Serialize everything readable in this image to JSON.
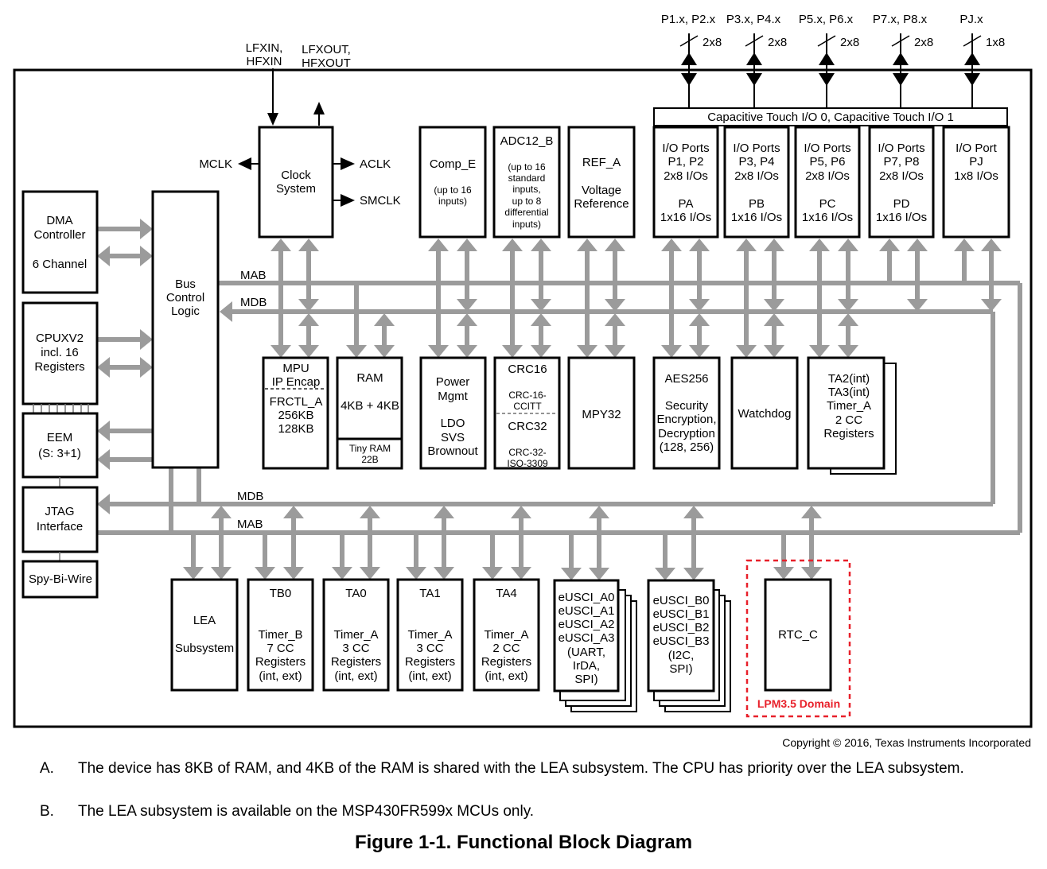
{
  "ports_top": [
    {
      "label": "P1.x, P2.x",
      "width": "2x8"
    },
    {
      "label": "P3.x, P4.x",
      "width": "2x8"
    },
    {
      "label": "P5.x, P6.x",
      "width": "2x8"
    },
    {
      "label": "P7.x, P8.x",
      "width": "2x8"
    },
    {
      "label": "PJ.x",
      "width": "1x8"
    }
  ],
  "crystal_pins": {
    "in": [
      "LFXIN,",
      "HFXIN"
    ],
    "out": [
      "LFXOUT,",
      "HFXOUT"
    ]
  },
  "clock": {
    "title": [
      "Clock",
      "System"
    ],
    "mclk": "MCLK",
    "aclk": "ACLK",
    "smclk": "SMCLK"
  },
  "blocks": {
    "dma": [
      "DMA",
      "Controller",
      "",
      "6 Channel"
    ],
    "cpu": [
      "CPUXV2",
      "incl. 16",
      "Registers"
    ],
    "bus_control": [
      "Bus",
      "Control",
      "Logic"
    ],
    "eem": [
      "EEM",
      "(S: 3+1)"
    ],
    "jtag": [
      "JTAG",
      "Interface"
    ],
    "spy_bi_wire": "Spy-Bi-Wire",
    "comp_e": {
      "title": "Comp_E",
      "sub": [
        "(up to 16",
        "inputs)"
      ]
    },
    "adc": {
      "title": "ADC12_B",
      "sub": [
        "(up to 16",
        "standard",
        "inputs,",
        "up to 8",
        "differential",
        "inputs)"
      ]
    },
    "ref": [
      "REF_A",
      "",
      "Voltage",
      "Reference"
    ],
    "cap_touch": "Capacitive Touch I/O 0, Capacitive Touch I/O 1",
    "io_ports": [
      [
        "I/O Ports",
        "P1, P2",
        "2x8 I/Os",
        "",
        "PA",
        "1x16 I/Os"
      ],
      [
        "I/O Ports",
        "P3, P4",
        "2x8 I/Os",
        "",
        "PB",
        "1x16 I/Os"
      ],
      [
        "I/O Ports",
        "P5, P6",
        "2x8 I/Os",
        "",
        "PC",
        "1x16 I/Os"
      ],
      [
        "I/O Ports",
        "P7, P8",
        "2x8 I/Os",
        "",
        "PD",
        "1x16 I/Os"
      ],
      [
        "I/O Port",
        "PJ",
        "1x8 I/Os"
      ]
    ],
    "mpu": {
      "top": [
        "MPU",
        "IP Encap"
      ],
      "bottom": [
        "FRCTL_A",
        "256KB",
        "128KB"
      ]
    },
    "ram": {
      "top": [
        "RAM",
        "",
        "4KB + 4KB"
      ],
      "bottom": [
        "Tiny RAM",
        "22B"
      ]
    },
    "power": [
      "Power",
      "Mgmt",
      "",
      "LDO",
      "SVS",
      "Brownout"
    ],
    "crc": {
      "top": "CRC16",
      "top_sub": [
        "CRC-16-",
        "CCITT"
      ],
      "bottom": "CRC32",
      "bottom_sub": [
        "CRC-32-",
        "ISO-3309"
      ]
    },
    "mpy": "MPY32",
    "aes": [
      "AES256",
      "",
      "Security",
      "Encryption,",
      "Decryption",
      "(128, 256)"
    ],
    "watchdog": "Watchdog",
    "ta23": [
      "TA2(int)",
      "TA3(int)",
      "Timer_A",
      "2 CC",
      "Registers"
    ],
    "lea": [
      "LEA",
      "",
      "Subsystem"
    ],
    "timers": [
      [
        "TB0",
        "",
        "Timer_B",
        "7 CC",
        "Registers",
        "(int, ext)"
      ],
      [
        "TA0",
        "",
        "Timer_A",
        "3 CC",
        "Registers",
        "(int, ext)"
      ],
      [
        "TA1",
        "",
        "Timer_A",
        "3 CC",
        "Registers",
        "(int, ext)"
      ],
      [
        "TA4",
        "",
        "Timer_A",
        "2 CC",
        "Registers",
        "(int, ext)"
      ]
    ],
    "eusci_a": [
      "eUSCI_A0",
      "eUSCI_A1",
      "eUSCI_A2",
      "eUSCI_A3",
      "(UART,",
      "IrDA,",
      "SPI)"
    ],
    "eusci_b": [
      "eUSCI_B0",
      "eUSCI_B1",
      "eUSCI_B2",
      "eUSCI_B3",
      "(I2C,",
      "SPI)"
    ],
    "rtc": "RTC_C"
  },
  "buses": {
    "upper_mab": "MAB",
    "upper_mdb": "MDB",
    "lower_mdb": "MDB",
    "lower_mab": "MAB"
  },
  "lpm_domain": {
    "label": "LPM3.5 Domain",
    "color": "#e8202a"
  },
  "colors": {
    "bus": "#9b9b9b",
    "outline": "#000000"
  },
  "copyright": "Copyright © 2016, Texas Instruments Incorporated",
  "notes": [
    {
      "label": "A.",
      "text": "The device has 8KB of RAM, and 4KB of the RAM is shared with the LEA subsystem. The CPU has priority over the LEA subsystem."
    },
    {
      "label": "B.",
      "text": "The LEA subsystem is available on the MSP430FR599x MCUs only."
    }
  ],
  "caption": "Figure 1-1. Functional Block Diagram"
}
